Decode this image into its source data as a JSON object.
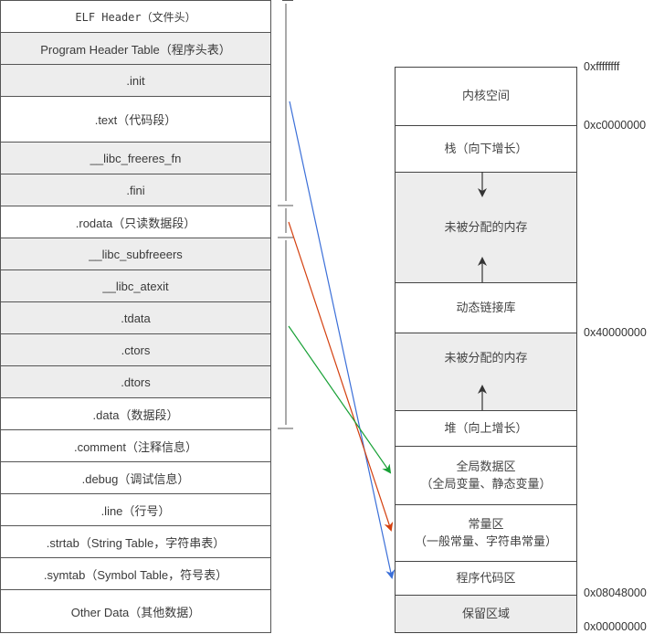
{
  "elf_sections": [
    {
      "label": "ELF Header（文件头）",
      "shade": "white"
    },
    {
      "label": "Program Header Table（程序头表）",
      "shade": "gray"
    },
    {
      "label": ".init",
      "shade": "gray"
    },
    {
      "label": ".text（代码段）",
      "shade": "white"
    },
    {
      "label": "__libc_freeres_fn",
      "shade": "gray"
    },
    {
      "label": ".fini",
      "shade": "gray"
    },
    {
      "label": ".rodata（只读数据段）",
      "shade": "white"
    },
    {
      "label": "__libc_subfreeers",
      "shade": "gray"
    },
    {
      "label": "__libc_atexit",
      "shade": "gray"
    },
    {
      "label": ".tdata",
      "shade": "gray"
    },
    {
      "label": ".ctors",
      "shade": "gray"
    },
    {
      "label": ".dtors",
      "shade": "gray"
    },
    {
      "label": ".data（数据段）",
      "shade": "white"
    },
    {
      "label": ".comment（注释信息）",
      "shade": "white"
    },
    {
      "label": ".debug（调试信息）",
      "shade": "white"
    },
    {
      "label": ".line（行号）",
      "shade": "white"
    },
    {
      "label": ".strtab（String Table，字符串表）",
      "shade": "white"
    },
    {
      "label": ".symtab（Symbol Table，符号表）",
      "shade": "white"
    },
    {
      "label": "Other Data（其他数据）",
      "shade": "white"
    }
  ],
  "memory_regions": [
    {
      "line1": "内核空间",
      "line2": "",
      "shade": "white"
    },
    {
      "line1": "栈（向下增长）",
      "line2": "",
      "shade": "white"
    },
    {
      "line1": "未被分配的内存",
      "line2": "",
      "shade": "gray"
    },
    {
      "line1": "动态链接库",
      "line2": "",
      "shade": "white"
    },
    {
      "line1": "未被分配的内存",
      "line2": "",
      "shade": "gray"
    },
    {
      "line1": "堆（向上增长）",
      "line2": "",
      "shade": "white"
    },
    {
      "line1": "全局数据区",
      "line2": "（全局变量、静态变量）",
      "shade": "white"
    },
    {
      "line1": "常量区",
      "line2": "（一般常量、字符串常量）",
      "shade": "white"
    },
    {
      "line1": "程序代码区",
      "line2": "",
      "shade": "white"
    },
    {
      "line1": "保留区域",
      "line2": "",
      "shade": "gray"
    }
  ],
  "addresses": [
    "0xffffffff",
    "0xc0000000",
    "0x40000000",
    "0x08048000",
    "0x00000000"
  ],
  "mappings": [
    {
      "from": ".text",
      "to": "程序代码区",
      "color": "#3b6fd8"
    },
    {
      "from": ".rodata",
      "to": "常量区",
      "color": "#d4400f"
    },
    {
      "from": ".data",
      "to": "全局数据区",
      "color": "#17a035"
    }
  ],
  "colors": {
    "border": "#555555",
    "gray_fill": "#ededed"
  }
}
